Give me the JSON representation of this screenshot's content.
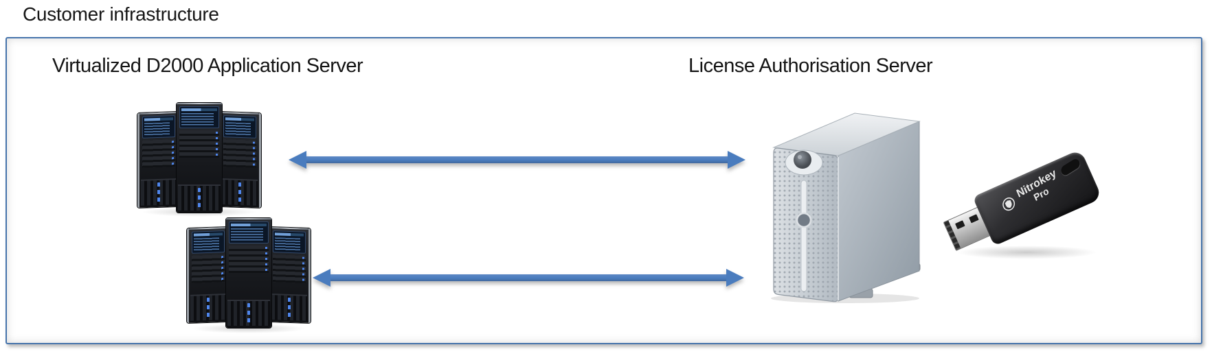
{
  "header": {
    "title": "Customer infrastructure"
  },
  "diagram": {
    "box_border_color": "#4573ab",
    "arrow_color": "#4a7cbe",
    "app_server": {
      "label": "Virtualized D2000 Application Server",
      "cluster_count": 2,
      "towers_per_cluster": 3
    },
    "license_server": {
      "label": "License Authorisation Server"
    },
    "usb_key": {
      "brand": "Nitrokey",
      "model": "Pro"
    },
    "connections": [
      {
        "from": "app-server-cluster-1",
        "to": "license-server",
        "type": "bidirectional"
      },
      {
        "from": "app-server-cluster-2",
        "to": "license-server",
        "type": "bidirectional"
      }
    ],
    "icons": [
      "server-rack-cluster-icon",
      "desktop-tower-icon",
      "usb-security-token-icon",
      "shield-logo-icon"
    ]
  }
}
